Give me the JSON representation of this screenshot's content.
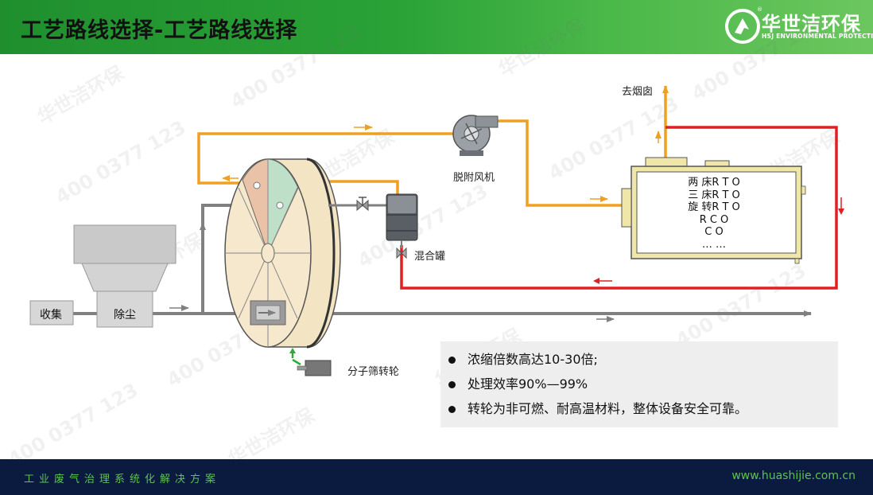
{
  "header": {
    "title": "工艺路线选择-工艺路线选择",
    "logo_cn": "华世洁环保",
    "logo_en": "HSJ ENVIRONMENTAL PROTECTION",
    "logo_reg": "®"
  },
  "diagram": {
    "labels": {
      "collect": "收集",
      "dust": "除尘",
      "fan": "脱附风机",
      "mix_tank": "混合罐",
      "wheel": "分子筛转轮",
      "chimney": "去烟囱"
    },
    "treatment_options": [
      "两 床R T O",
      "三 床R T O",
      "旋 转R T O",
      "R C O",
      "C O",
      "… …"
    ]
  },
  "bullets": [
    "浓缩倍数高达10-30倍;",
    "处理效率90%—99%",
    "转轮为非可燃、耐高温材料，整体设备安全可靠。"
  ],
  "watermark": {
    "phone": "400 0377 123",
    "brand": "华世洁环保"
  },
  "footer": {
    "slogan": "工业废气治理系统化解决方案",
    "url": "www.huashijie.com.cn"
  },
  "colors": {
    "header_green": "#2aa236",
    "footer_navy": "#0b1a3f",
    "footer_text": "#5ec253",
    "orange_flow": "#f0a020",
    "red_flow": "#e02020",
    "gray_flow": "#808080"
  }
}
